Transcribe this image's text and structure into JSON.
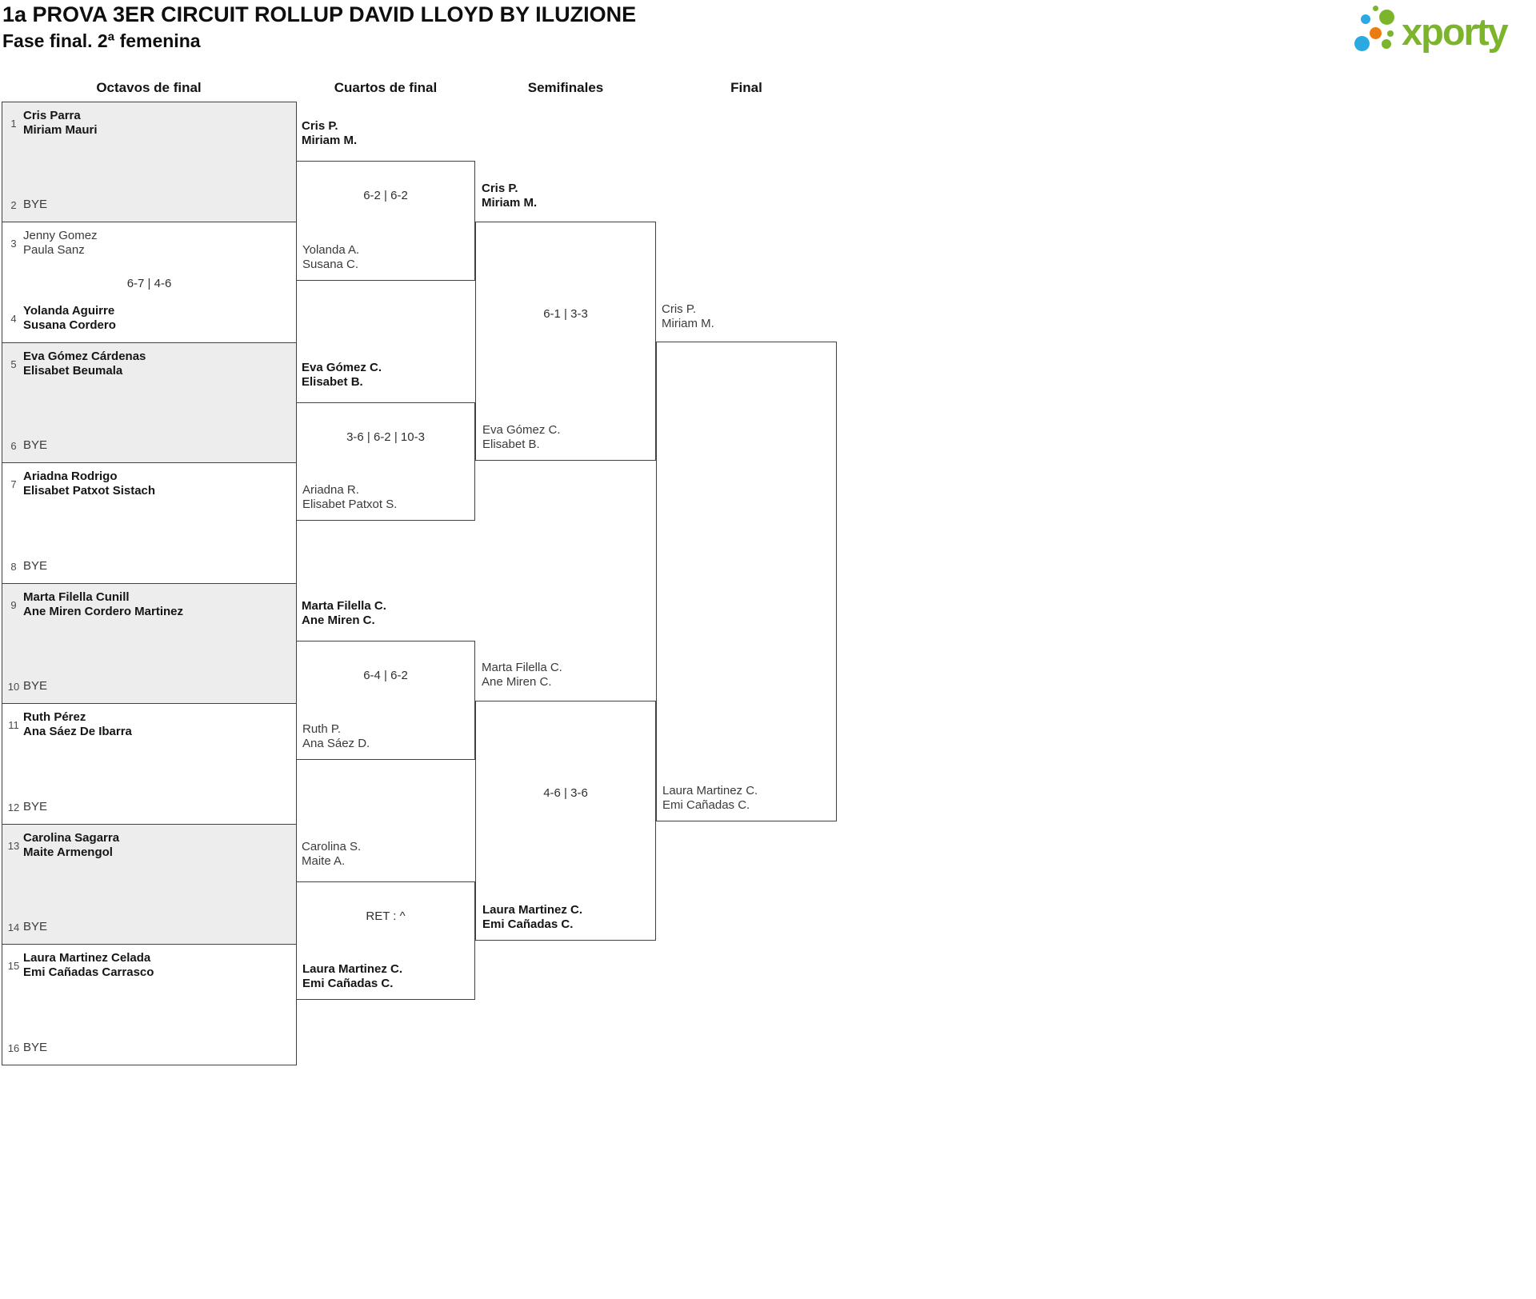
{
  "page": {
    "title": "1a PROVA 3ER CIRCUIT ROLLUP DAVID LLOYD BY ILUZIONE",
    "subtitle": "Fase final. 2ª femenina"
  },
  "logo": {
    "brand": "xporty",
    "green": "#7cb42c",
    "blue": "#2ba9e1",
    "orange": "#ec7c10"
  },
  "rounds": {
    "r16": "Octavos de final",
    "qf": "Cuartos de final",
    "sf": "Semifinales",
    "f": "Final"
  },
  "bracket": {
    "r16": [
      {
        "n1": "1",
        "p1a": "Cris Parra",
        "p1b": "Miriam Mauri",
        "p1w": true,
        "score": "",
        "n2": "2",
        "p2a": "BYE",
        "p2b": "",
        "p2w": false
      },
      {
        "n1": "3",
        "p1a": "Jenny Gomez",
        "p1b": "Paula Sanz",
        "p1w": false,
        "score": "6-7 | 4-6",
        "n2": "4",
        "p2a": "Yolanda Aguirre",
        "p2b": "Susana Cordero",
        "p2w": true
      },
      {
        "n1": "5",
        "p1a": "Eva Gómez Cárdenas",
        "p1b": "Elisabet Beumala",
        "p1w": true,
        "score": "",
        "n2": "6",
        "p2a": "BYE",
        "p2b": "",
        "p2w": false
      },
      {
        "n1": "7",
        "p1a": "Ariadna Rodrigo",
        "p1b": "Elisabet Patxot Sistach",
        "p1w": true,
        "score": "",
        "n2": "8",
        "p2a": "BYE",
        "p2b": "",
        "p2w": false
      },
      {
        "n1": "9",
        "p1a": "Marta Filella Cunill",
        "p1b": "Ane Miren Cordero Martinez",
        "p1w": true,
        "score": "",
        "n2": "10",
        "p2a": "BYE",
        "p2b": "",
        "p2w": false
      },
      {
        "n1": "11",
        "p1a": "Ruth Pérez",
        "p1b": "Ana Sáez De Ibarra",
        "p1w": true,
        "score": "",
        "n2": "12",
        "p2a": "BYE",
        "p2b": "",
        "p2w": false
      },
      {
        "n1": "13",
        "p1a": "Carolina Sagarra",
        "p1b": "Maite Armengol",
        "p1w": true,
        "score": "",
        "n2": "14",
        "p2a": "BYE",
        "p2b": "",
        "p2w": false
      },
      {
        "n1": "15",
        "p1a": "Laura Martinez Celada",
        "p1b": "Emi Cañadas Carrasco",
        "p1w": true,
        "score": "",
        "n2": "16",
        "p2a": "BYE",
        "p2b": "",
        "p2w": false
      }
    ],
    "qf": [
      {
        "ta": "Cris P.",
        "tb": "Miriam M.",
        "tw": true,
        "score": "6-2 | 6-2",
        "ba": "Yolanda A.",
        "bb": "Susana C.",
        "bw": false
      },
      {
        "ta": "Eva Gómez C.",
        "tb": "Elisabet B.",
        "tw": true,
        "score": "3-6 | 6-2 | 10-3",
        "ba": "Ariadna R.",
        "bb": "Elisabet Patxot S.",
        "bw": false
      },
      {
        "ta": "Marta Filella C.",
        "tb": "Ane Miren C.",
        "tw": true,
        "score": "6-4 | 6-2",
        "ba": "Ruth P.",
        "bb": "Ana Sáez D.",
        "bw": false
      },
      {
        "ta": "Carolina S.",
        "tb": "Maite A.",
        "tw": false,
        "score": "RET : ^",
        "ba": "Laura Martinez C.",
        "bb": "Emi Cañadas C.",
        "bw": true
      }
    ],
    "sf": [
      {
        "ta": "Cris P.",
        "tb": "Miriam M.",
        "tw": true,
        "score": "6-1 | 3-3",
        "ba": "Eva Gómez C.",
        "bb": "Elisabet B.",
        "bw": false
      },
      {
        "ta": "Marta Filella C.",
        "tb": "Ane Miren C.",
        "tw": false,
        "score": "4-6 | 3-6",
        "ba": "Laura Martinez C.",
        "bb": "Emi Cañadas C.",
        "bw": true
      }
    ],
    "f": {
      "ta": "Cris P.",
      "tb": "Miriam M.",
      "tw": false,
      "score": "",
      "ba": "Laura Martinez C.",
      "bb": "Emi Cañadas C.",
      "bw": false
    }
  }
}
